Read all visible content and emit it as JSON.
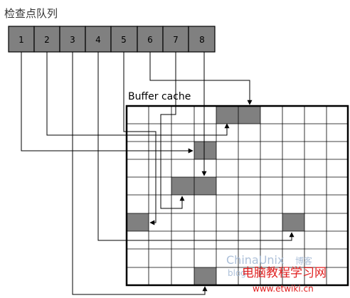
{
  "title": "检查点队列",
  "queue": [
    "1",
    "2",
    "3",
    "4",
    "5",
    "6",
    "7",
    "8"
  ],
  "buffer_cache_label": "Buffer cache",
  "watermark": {
    "brand_a": "ChinaUnix",
    "brand_b": "博客",
    "blog": "blog",
    "site_name": "电脑教程学习网",
    "site_url": "www.etwiki.cn"
  },
  "colors": {
    "queue_fill": "#808080",
    "dirty_fill": "#808080",
    "grid": "#000000"
  }
}
